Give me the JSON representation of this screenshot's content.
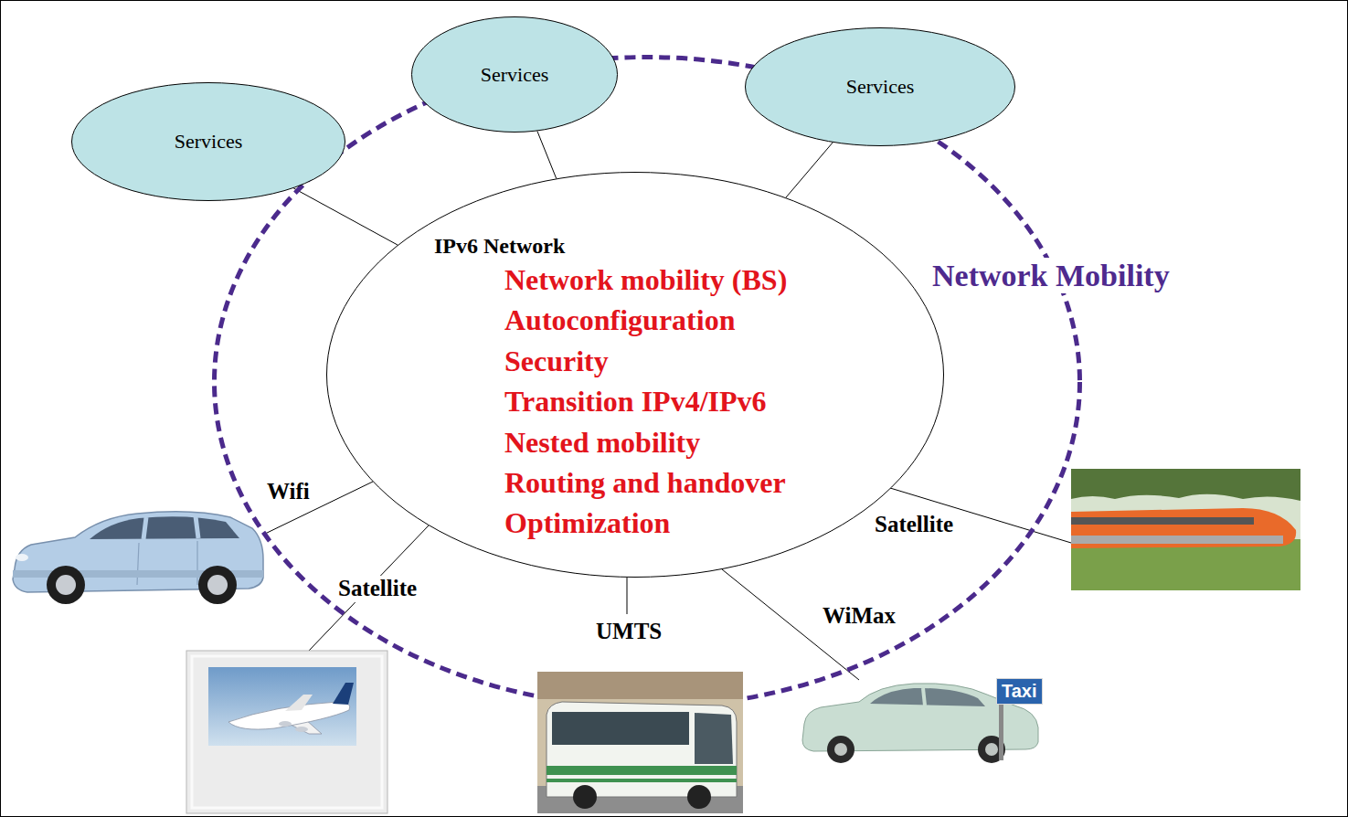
{
  "diagram": {
    "nodes": [
      {
        "text": [
          "Services"
        ]
      },
      {
        "text": [
          "Services"
        ]
      },
      {
        "text": [
          "Services"
        ]
      },
      {
        "text": [
          "Network Mobility"
        ]
      },
      {
        "text": [
          "IPv6 Network",
          "Network mobility (BS)",
          "Autoconfiguration",
          "Security",
          "Transition IPv4/IPv6",
          "Nested mobility",
          "Routing and handover",
          "Optimization"
        ],
        "in": 3
      }
    ],
    "edges": [
      {
        "from": 0,
        "to": 4,
        "arrow": "none"
      },
      {
        "from": 1,
        "to": 4,
        "arrow": "none"
      },
      {
        "from": 2,
        "to": 4,
        "arrow": "none"
      }
    ],
    "labels": [
      "Wifi",
      "Satellite",
      "Satellite",
      "WiMax",
      "UMTS",
      "Taxi"
    ]
  }
}
